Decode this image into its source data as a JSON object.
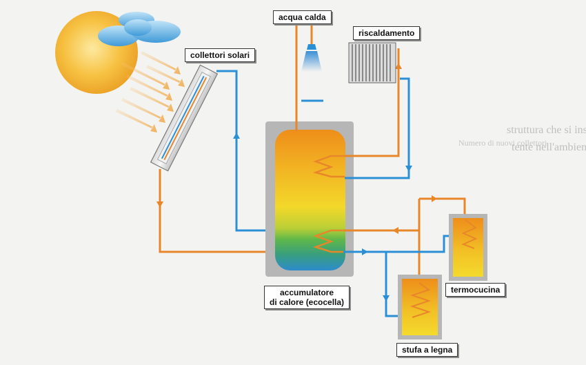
{
  "labels": {
    "solar_collectors": "collettori solari",
    "hot_water": "acqua calda",
    "heating": "riscaldamento",
    "accumulator_line1": "accumulatore",
    "accumulator_line2": "di calore (ecocella)",
    "kitchen_stove": "termocucina",
    "wood_stove": "stufa a legna"
  },
  "bleed_through_text": {
    "line1": "struttura che si inserisce n",
    "line2": "tente nell'ambiente natura",
    "right1": "Numero di nuovi collettori",
    "right_top": "— — — — — —"
  },
  "colors": {
    "hot_pipe": "#e8862a",
    "cold_pipe": "#2b8fd6",
    "sun": "#f5b12e",
    "tank_top": "#ef9a1c",
    "tank_mid": "#f3d628",
    "tank_green": "#5fb84a",
    "tank_bottom": "#2f8fc9",
    "casing": "#b3b3b3",
    "background": "#f3f3f1"
  }
}
